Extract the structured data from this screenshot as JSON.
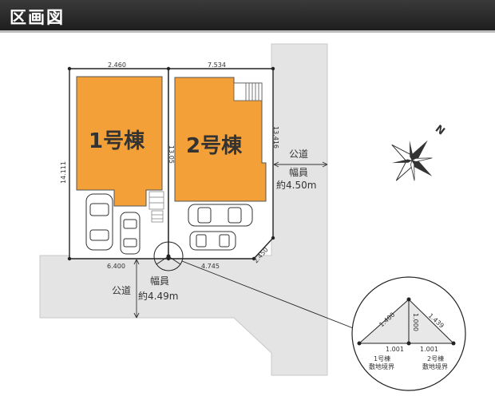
{
  "header": {
    "title": "区画図"
  },
  "lot1": {
    "building_label": "1号棟",
    "dim_top": "2.460",
    "dim_left": "14.111",
    "dim_right": "13.05",
    "dim_bottom": "6.400"
  },
  "lot2": {
    "building_label": "2号棟",
    "dim_top": "7.534",
    "dim_right": "13.416",
    "dim_bottom": "4.745",
    "dim_corner": "2.450"
  },
  "road_east": {
    "name": "公道",
    "width_label": "幅員",
    "width_value": "約4.50m"
  },
  "road_south": {
    "name": "公道",
    "width_label": "幅員",
    "width_value": "約4.49m"
  },
  "compass": {
    "north_label": "N"
  },
  "inset": {
    "dim_left": "1.400",
    "dim_mid": "1.000",
    "dim_right": "1.439",
    "dim_base_left": "1.001",
    "dim_base_right": "1.001",
    "label_lot1": "1号棟",
    "label_lot1_sub": "敷地境界",
    "label_lot2": "2号棟",
    "label_lot2_sub": "敷地境界"
  },
  "colors": {
    "building": "#f2a037",
    "road": "#e4e4e4",
    "lot_line": "#222222",
    "car_outline": "#333333"
  }
}
